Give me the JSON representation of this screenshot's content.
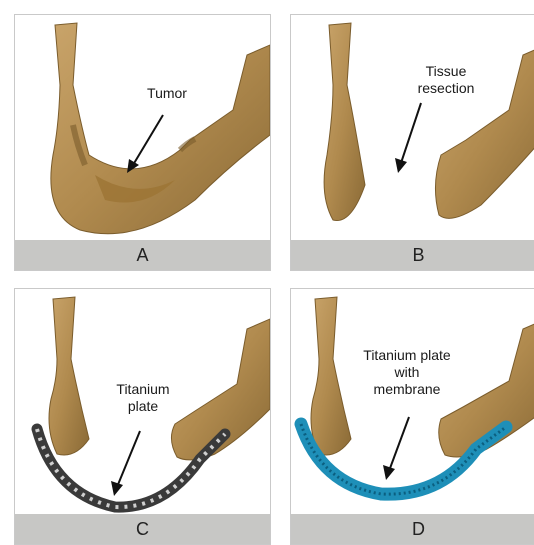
{
  "panels": [
    {
      "letter": "A",
      "annotation": [
        "Tumor"
      ]
    },
    {
      "letter": "B",
      "annotation": [
        "Tissue",
        "resection"
      ]
    },
    {
      "letter": "C",
      "annotation": [
        "Titanium",
        "plate"
      ]
    },
    {
      "letter": "D",
      "annotation": [
        "Titanium plate",
        "with",
        "membrane"
      ]
    }
  ],
  "colors": {
    "bone": "#b08a4e",
    "bone_dark": "#8a6a36",
    "tumor": "#9c7435",
    "plate": "#3a3a3a",
    "membrane": "#1e8fb8",
    "caption_bg": "#c7c7c5"
  }
}
